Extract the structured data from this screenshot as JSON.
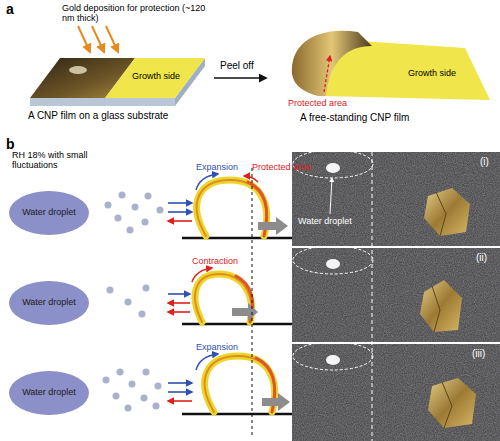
{
  "diagram": {
    "nodes": [
      {
        "text": [
          "Water droplet"
        ]
      },
      {
        "text": [
          "Water droplet"
        ]
      },
      {
        "text": [
          "Water droplet"
        ]
      }
    ],
    "labels": [
      "a",
      "Gold deposition for protection (~120 nm thick)",
      "A CNP film on a glass substrate",
      "Growth side",
      "Peel off",
      "Protected area",
      "Growth side",
      "A free-standing CNP film",
      "b",
      "RH 18% with small fluctuations",
      "Expansion",
      "Protected area",
      "Contraction",
      "Expansion",
      "Water droplet",
      "(i)",
      "(ii)",
      "(iii)"
    ]
  }
}
